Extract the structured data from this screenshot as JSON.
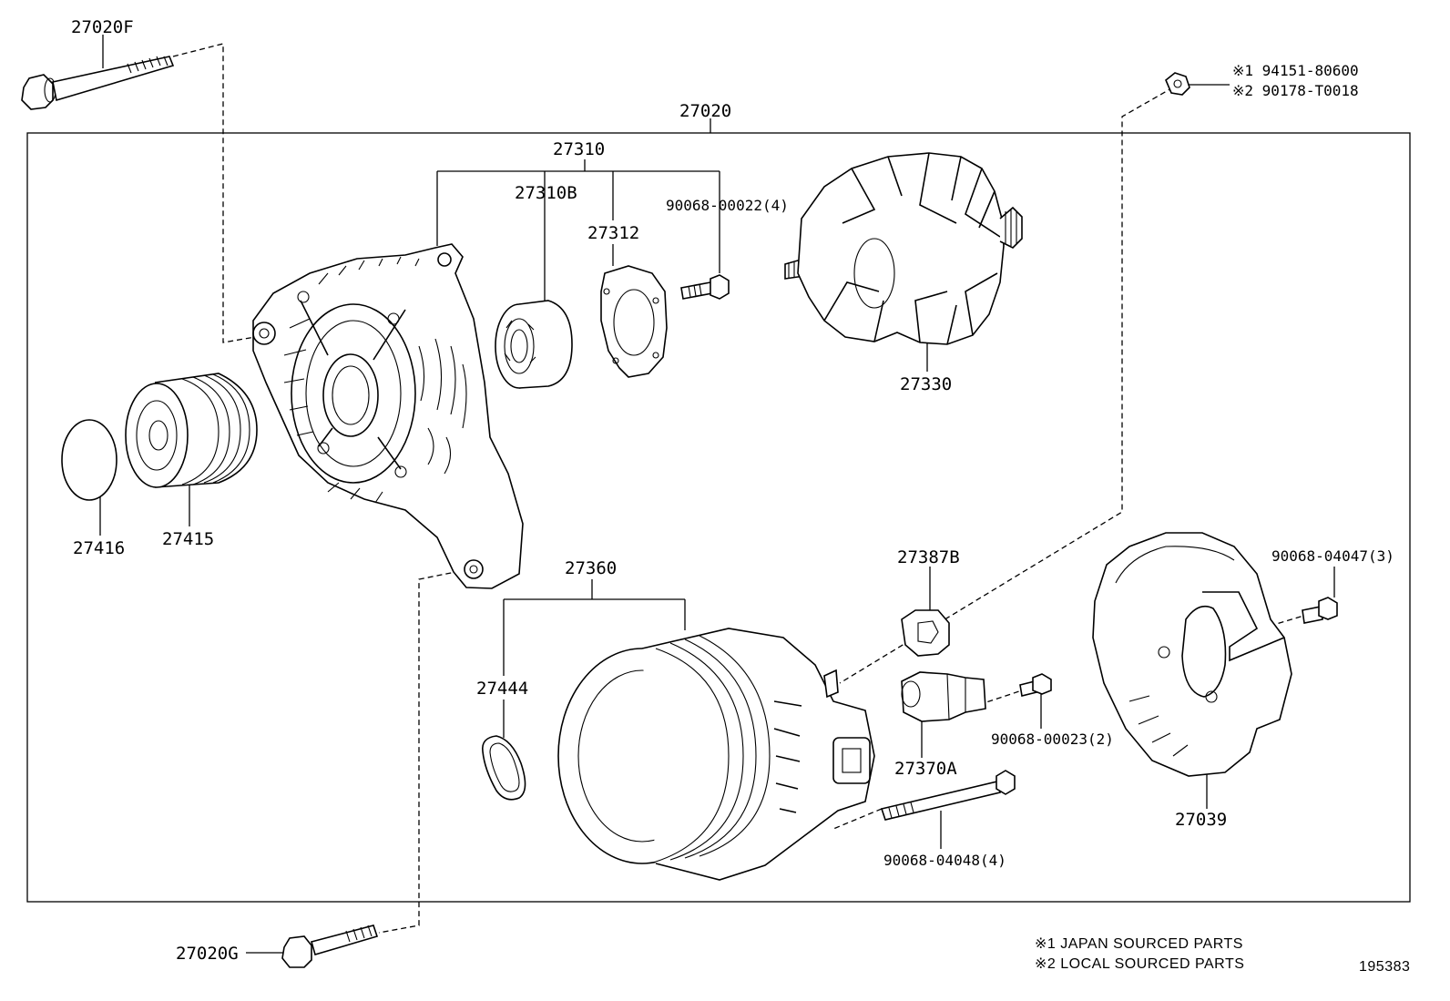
{
  "labels": {
    "p27020F": "27020F",
    "p27020": "27020",
    "p27310": "27310",
    "p27310B": "27310B",
    "p27312": "27312",
    "p90068_00022": "90068-00022(4)",
    "p27330": "27330",
    "p27416": "27416",
    "p27415": "27415",
    "p27360": "27360",
    "p27444": "27444",
    "p27387B": "27387B",
    "p27370A": "27370A",
    "p90068_00023": "90068-00023(2)",
    "p90068_04048": "90068-04048(4)",
    "p90068_04047": "90068-04047(3)",
    "p27039": "27039",
    "p27020G": "27020G",
    "alt1": "※1 94151-80600",
    "alt2": "※2 90178-T0018"
  },
  "notes": {
    "n1": "※1 JAPAN SOURCED PARTS",
    "n2": "※2 LOCAL SOURCED PARTS"
  },
  "figure_id": "195383"
}
